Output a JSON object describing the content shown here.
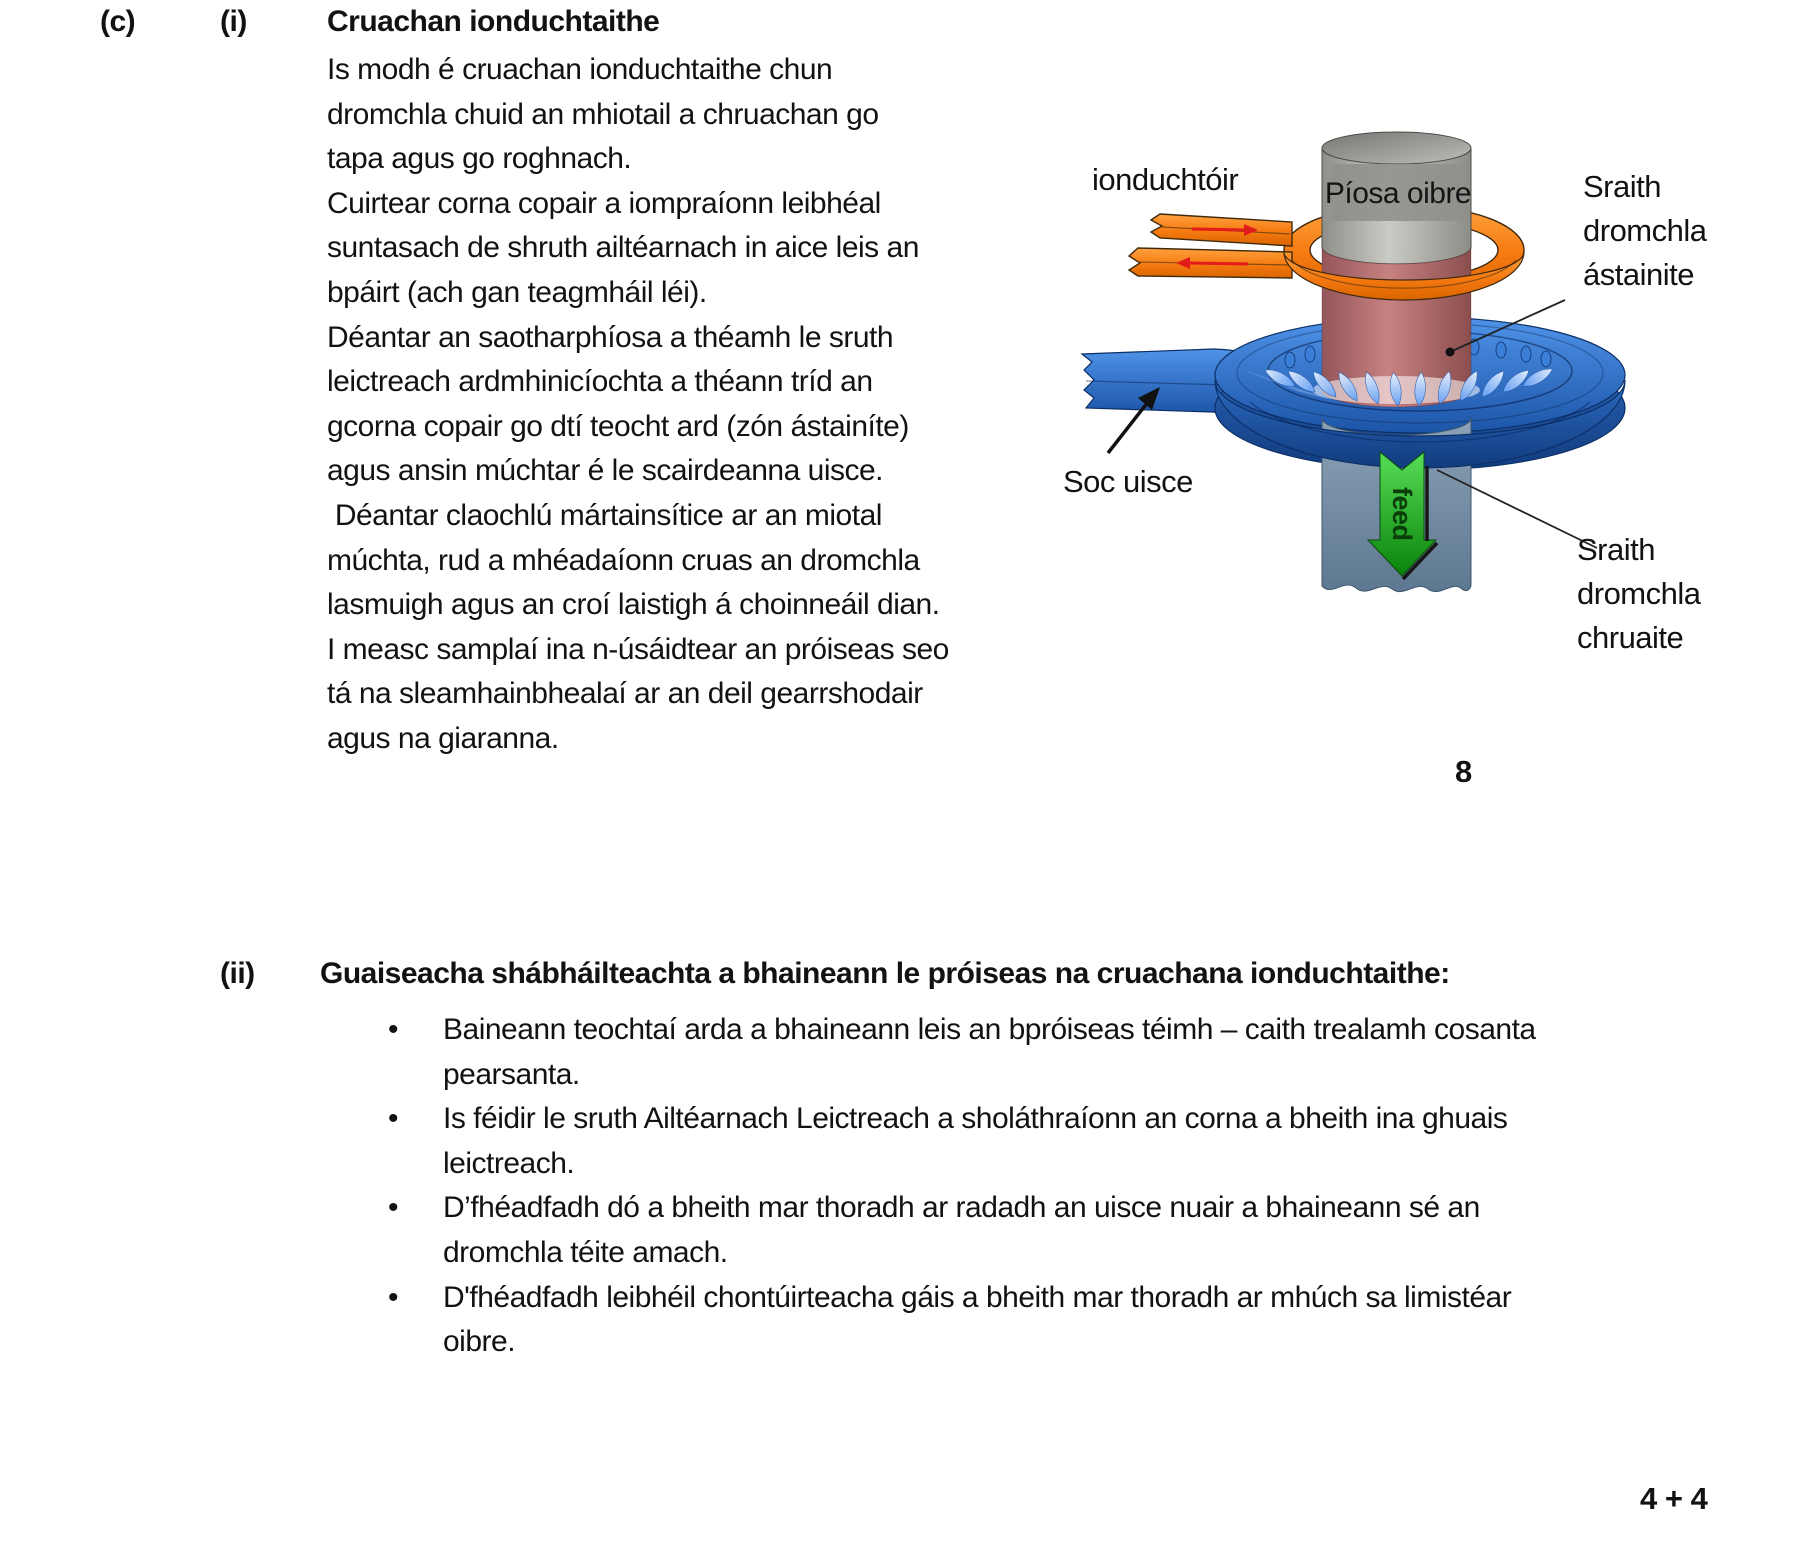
{
  "page": {
    "part_label": "(c)",
    "section1": {
      "item_label": "(i)",
      "heading": "Cruachan ionduchtaithe",
      "body": "Is modh é cruachan ionduchtaithe chun\ndromchla chuid an mhiotail a chruachan go\ntapa agus go roghnach.\nCuirtear corna copair a iompraíonn leibhéal\nsuntasach de shruth ailtéarnach in aice leis an\nbpáirt (ach gan teagmháil léi).\nDéantar an saotharphíosa a théamh le sruth\nleictreach ardmhinicíochta a théann tríd an\ngcorna copair go dtí teocht ard (zón ástainíte)\nagus ansin múchtar é le scairdeanna uisce.\n Déantar claochlú mártainsítice ar an miotal\nmúchta, rud a mhéadaíonn cruas an dromchla\nlasmuigh agus an croí laistigh á choinneáil dian.\nI measc samplaí ina n-úsáidtear an próiseas seo\ntá na sleamhainbhealaí ar an deil gearrshodair\nagus na giaranna.",
      "marks": "8"
    },
    "section2": {
      "item_label": "(ii)",
      "heading": "Guaiseacha shábháilteachta a bhaineann le próiseas na cruachana ionduchtaithe:",
      "bullet_symbol": "•",
      "bullets": [
        "Baineann teochtaí arda a bhaineann leis an bpróiseas téimh – caith trealamh cosanta\npearsanta.",
        "Is féidir le sruth Ailtéarnach Leictreach a sholáthraíonn an corna a bheith ina ghuais\nleictreach.",
        "D’fhéadfadh dó a bheith mar thoradh ar radadh an uisce nuair a bhaineann sé an\ndromchla téite amach.",
        "D'fhéadfadh leibhéil chontúirteacha gáis a bheith mar thoradh ar mhúch sa limistéar\noibre."
      ],
      "marks": "4 + 4"
    },
    "diagram": {
      "labels": {
        "inductor": "ionduchtóir",
        "workpiece": "Píosa oibre",
        "water_jet": "Soc uisce",
        "feed": "feed",
        "austenite_lines": [
          "Sraith",
          "dromchla",
          "ástainite"
        ],
        "hardened_lines": [
          "Sraith",
          "dromchla",
          "chruaite"
        ]
      },
      "colors": {
        "coil_orange": "#f57a10",
        "workpiece_grey": "#b2b2ad",
        "heated_red": "#b06a6a",
        "quench_ring_blue": "#2f6fc9",
        "lower_shaft_steel": "#7b93aa",
        "feed_arrow_green": "#27b027",
        "current_arrow_red": "#e21b1b"
      }
    }
  }
}
